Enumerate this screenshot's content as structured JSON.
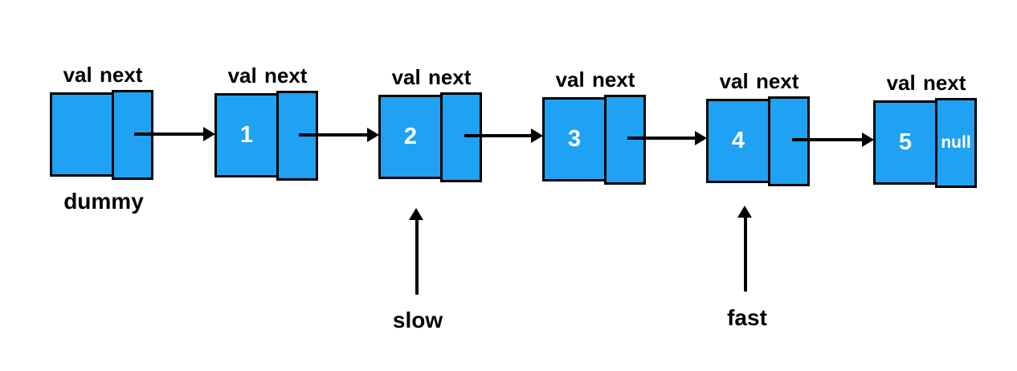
{
  "colors": {
    "node_fill": "#1FA2F3",
    "node_border": "#000000",
    "value_text": "#FFFFFF",
    "label_text": "#000000",
    "arrow": "#000000",
    "background": "#FFFFFF"
  },
  "nodes": [
    {
      "header": "val next",
      "val": "",
      "next": "",
      "caption": "dummy"
    },
    {
      "header": "val next",
      "val": "1",
      "next": ""
    },
    {
      "header": "val next",
      "val": "2",
      "next": ""
    },
    {
      "header": "val next",
      "val": "3",
      "next": ""
    },
    {
      "header": "val next",
      "val": "4",
      "next": ""
    },
    {
      "header": "val next",
      "val": "5",
      "next": "null"
    }
  ],
  "pointers": [
    {
      "label": "slow",
      "points_to_val": "2"
    },
    {
      "label": "fast",
      "points_to_val": "4"
    }
  ]
}
